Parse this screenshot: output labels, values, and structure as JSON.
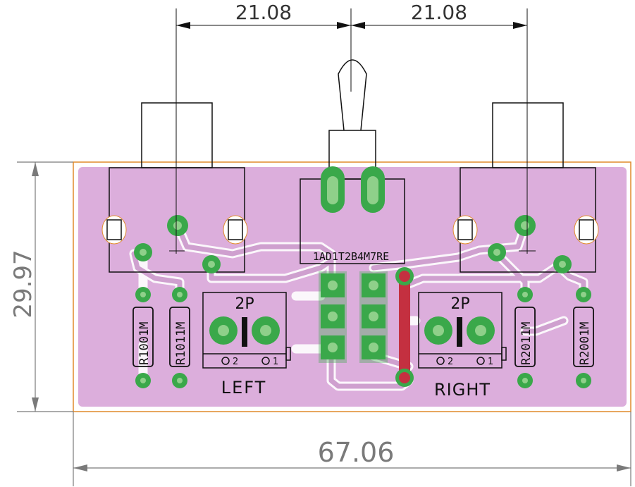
{
  "dimensions": {
    "top_left": "21.08",
    "top_right": "21.08",
    "left_height": "29.97",
    "bottom_width": "67.06"
  },
  "labels": {
    "switch_part": "1AD1T2B4M7RE",
    "left_connector": "2P",
    "right_connector": "2P",
    "left_text": "LEFT",
    "right_text": "RIGHT",
    "pin2_left": "2",
    "pin1_left": "1",
    "pin2_right": "2",
    "pin1_right": "1",
    "r1": "R1001M",
    "r2": "R1011M",
    "r3": "R2011M",
    "r4": "R2001M"
  },
  "colors": {
    "board": "#dcaedc",
    "board_edge": "#e08a2a",
    "copper": "#3aa84a",
    "copper_light": "#8fd08a",
    "trace": "#cfa0cf",
    "silkscreen": "#111111",
    "dimension": "#7a7a7a",
    "jumper": "#c43040"
  }
}
